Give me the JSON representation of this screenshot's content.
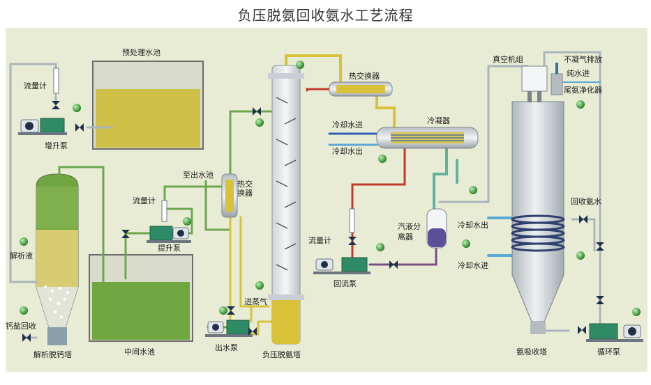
{
  "title": "负压脱氨回收氨水工艺流程",
  "labels": {
    "pretreat_tank": "预处理水池",
    "flowmeter_1": "流量计",
    "booster_pump": "增升泵",
    "desorb_liquid": "解析液",
    "desorb_tower": "解析脱钙塔",
    "calcium_recovery": "钙盐回收",
    "middle_tank": "中间水池",
    "flowmeter_2": "流量计",
    "lift_pump": "提升泵",
    "to_outlet": "至出水池",
    "heat_exchanger_small": "热交换器",
    "outlet_pump": "出水泵",
    "steam_in": "进蒸气",
    "stripping_tower": "负压脱氨塔",
    "heat_exchanger_top": "热交换器",
    "cooling_water_in_1": "冷却水进",
    "cooling_water_out_1": "冷却水出",
    "condenser": "冷凝器",
    "flowmeter_3": "流量计",
    "reflux_pump": "回流泵",
    "vapor_liquid_separator": "汽液分离器",
    "vacuum_unit": "真空机组",
    "noncondensable_out": "不凝气排放",
    "pure_water_in": "纯水进",
    "ammonia_purifier": "尾氨净化器",
    "recovered_ammonia": "回收氨水",
    "cooling_water_out_2": "冷却水出",
    "cooling_water_in_2": "冷却水进",
    "absorption_tower": "氨吸收塔",
    "circulation_pump": "循环泵"
  },
  "colors": {
    "background": "#e9ecd4",
    "pipe_green": "#6aa84f",
    "pipe_yellow": "#d8c23a",
    "pipe_red": "#c0392b",
    "pipe_purple": "#7a4d86",
    "pipe_blue": "#5aa9d6",
    "pipe_gray": "#a9b4bc",
    "tank_water_yellow": "#cfc04a",
    "tank_water_green": "#6fa640",
    "indicator": "#2e8b2e"
  }
}
